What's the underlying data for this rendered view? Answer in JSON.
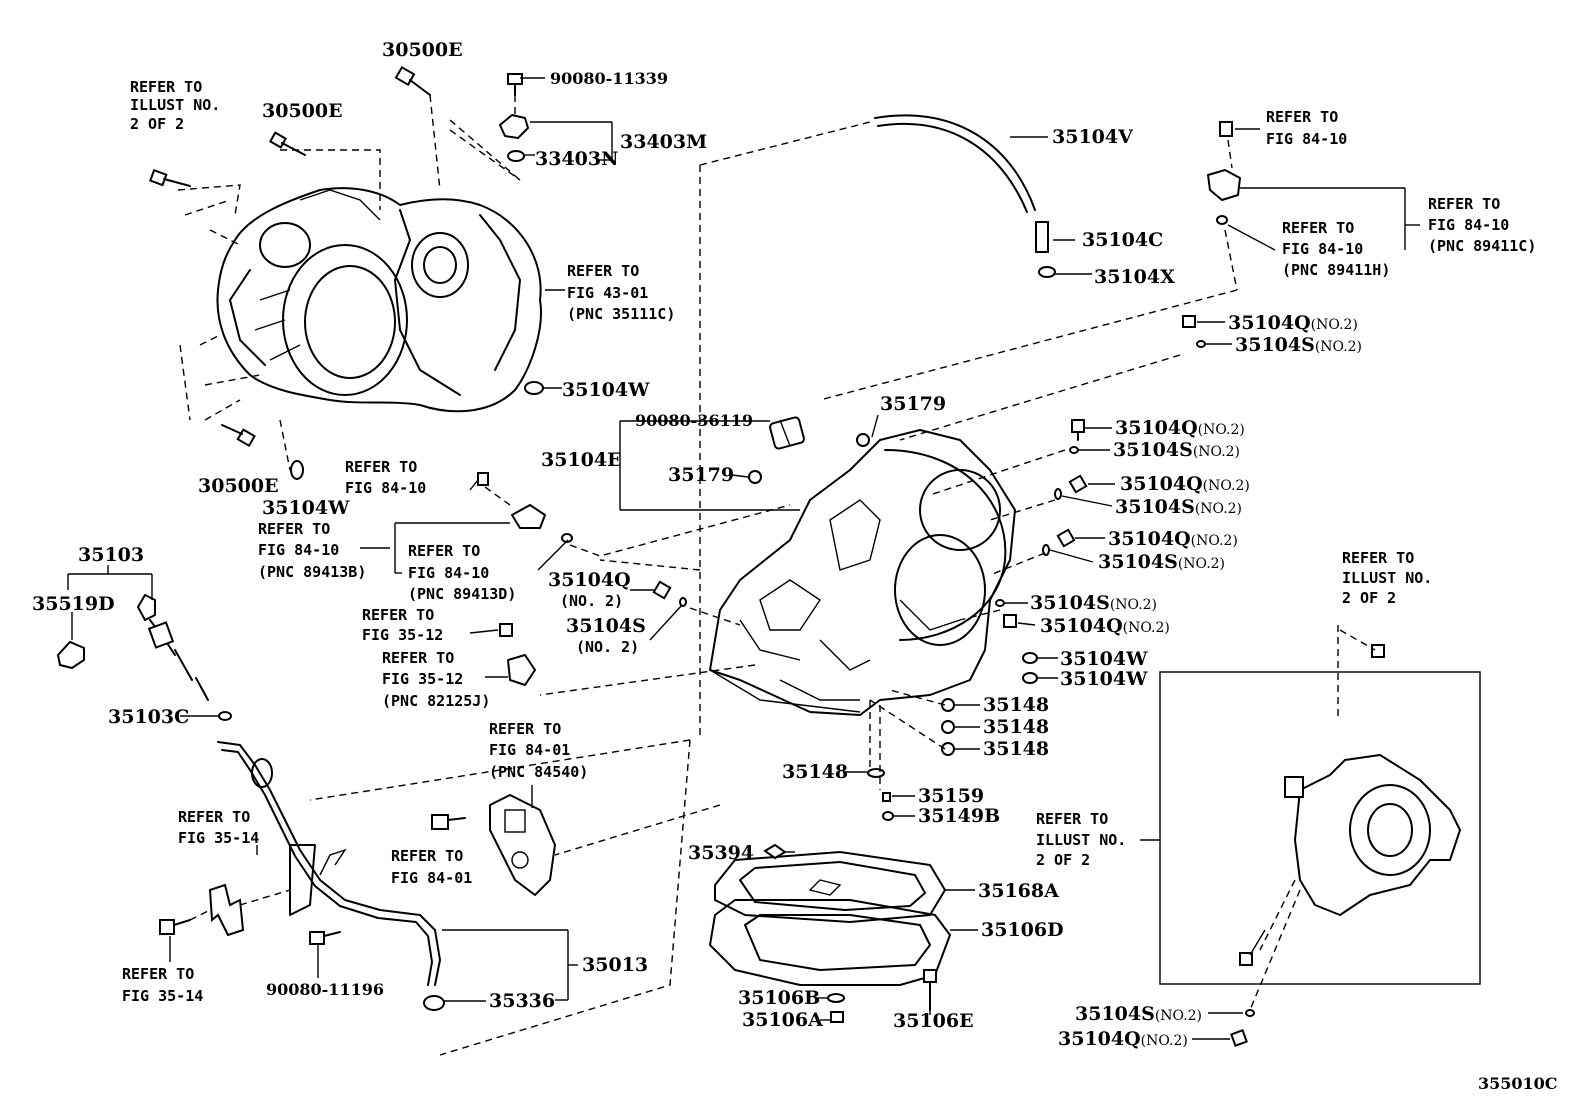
{
  "drawing_code": "355010C",
  "labels": {
    "l30500E_top": "30500E",
    "l90080_11339": "90080-11339",
    "l33403M": "33403M",
    "l33403N": "33403N",
    "l30500E_left": "30500E",
    "l30500E_bottom": "30500E",
    "lRefer_illust_1a": "REFER TO",
    "lRefer_illust_1b": "ILLUST NO.",
    "lRefer_illust_1c": "2 OF 2",
    "lRefer_43_a": "REFER TO",
    "lRefer_43_b": "FIG 43-01",
    "lRefer_43_c": "(PNC 35111C)",
    "l35104W_a": "35104W",
    "l35104W_b": "35104W",
    "l35104V": "35104V",
    "l35104C": "35104C",
    "l35104X": "35104X",
    "lRef8410_a1": "REFER TO",
    "lRef8410_a2": "FIG 84-10",
    "lRef8410_b1": "REFER TO",
    "lRef8410_b2": "FIG 84-10",
    "lRef8410_b3": "(PNC 89411H)",
    "lRef8410_c1": "REFER TO",
    "lRef8410_c2": "FIG 84-10",
    "lRef8410_c3": "(PNC 89411C)",
    "q1": "35104Q",
    "q1n": "(NO.2)",
    "s1": "35104S",
    "s1n": "(NO.2)",
    "l35179_a": "35179",
    "l35179_b": "35179",
    "l90080_36119": "90080-36119",
    "l35104E": "35104E",
    "q2": "35104Q",
    "q2n": "(NO.2)",
    "s2": "35104S",
    "s2n": "(NO.2)",
    "q3": "35104Q",
    "q3n": "(NO.2)",
    "s3": "35104S",
    "s3n": "(NO.2)",
    "q4": "35104Q",
    "q4n": "(NO.2)",
    "s4": "35104S",
    "s4n": "(NO.2)",
    "s5": "35104S",
    "s5n": "(NO.2)",
    "q5": "35104Q",
    "q5n": "(NO.2)",
    "lRef8410_d1": "REFER TO",
    "lRef8410_d2": "FIG 84-10",
    "lRef8410_e1": "REFER TO",
    "lRef8410_e2": "FIG 84-10",
    "lRef8410_e3": "(PNC 89413B)",
    "lRef8410_f1": "REFER TO",
    "lRef8410_f2": "FIG 84-10",
    "lRef8410_f3": "(PNC 89413D)",
    "q6": "35104Q",
    "q6n": "(NO. 2)",
    "s6": "35104S",
    "s6n": "(NO. 2)",
    "l35103": "35103",
    "l35519D": "35519D",
    "l35103C": "35103C",
    "lRef3512_a1": "REFER TO",
    "lRef3512_a2": "FIG 35-12",
    "lRef3512_b1": "REFER TO",
    "lRef3512_b2": "FIG 35-12",
    "lRef3512_b3": "(PNC 82125J)",
    "l35104W_c": "35104W",
    "l35104W_d": "35104W",
    "l35148_a": "35148",
    "l35148_b": "35148",
    "l35148_c": "35148",
    "l35148_d": "35148",
    "l35159": "35159",
    "l35149B": "35149B",
    "lRef8401_a1": "REFER TO",
    "lRef8401_a2": "FIG 84-01",
    "lRef8401_a3": "(PNC 84540)",
    "lRef8401_b1": "REFER TO",
    "lRef8401_b2": "FIG 84-01",
    "lRef3514_a1": "REFER TO",
    "lRef3514_a2": "FIG 35-14",
    "lRef3514_b1": "REFER TO",
    "lRef3514_b2": "FIG 35-14",
    "l90080_11196": "90080-11196",
    "l35013": "35013",
    "l35336": "35336",
    "l35394": "35394",
    "l35168A": "35168A",
    "l35106D": "35106D",
    "l35106B": "35106B",
    "l35106A": "35106A",
    "l35106E": "35106E",
    "lRefIllust2_a": "REFER TO",
    "lRefIllust2_b": "ILLUST NO.",
    "lRefIllust2_c": "2 OF 2",
    "lRefIllust3_a": "REFER TO",
    "lRefIllust3_b": "ILLUST NO.",
    "lRefIllust3_c": "2 OF 2",
    "s7": "35104S",
    "s7n": "(NO.2)",
    "q7": "35104Q",
    "q7n": "(NO.2)"
  }
}
